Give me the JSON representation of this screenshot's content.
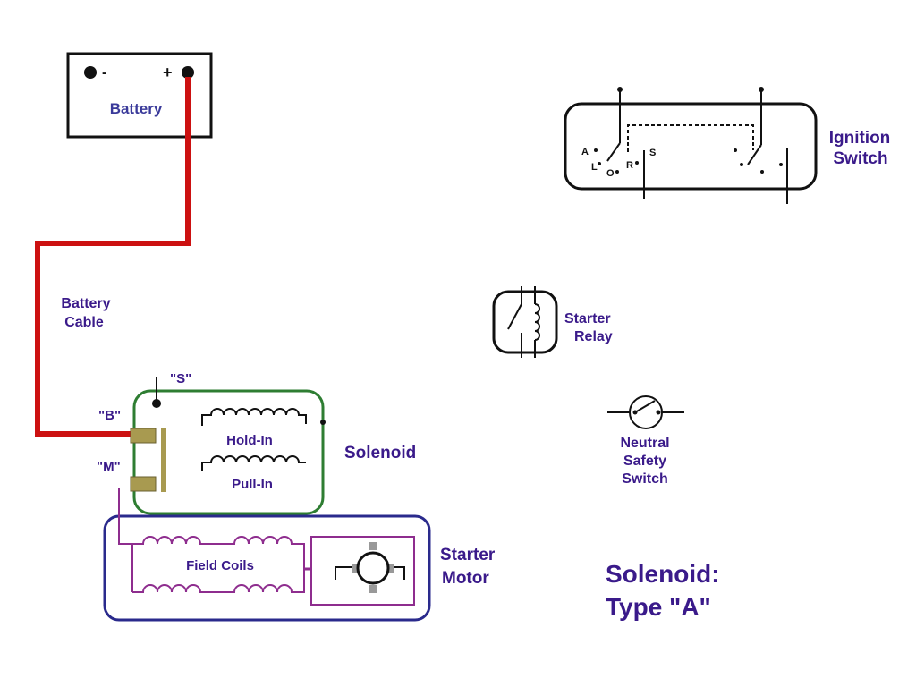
{
  "battery": {
    "label": "Battery",
    "neg": "-",
    "pos": "+"
  },
  "battery_cable": {
    "line1": "Battery",
    "line2": "Cable"
  },
  "solenoid": {
    "label": "Solenoid",
    "term_s": "\"S\"",
    "term_b": "\"B\"",
    "term_m": "\"M\"",
    "hold_in": "Hold-In",
    "pull_in": "Pull-In"
  },
  "starter_motor": {
    "line1": "Starter",
    "line2": "Motor",
    "field_coils": "Field Coils"
  },
  "ignition_switch": {
    "line1": "Ignition",
    "line2": "Switch",
    "pos_a": "A",
    "pos_l": "L",
    "pos_o": "O",
    "pos_r": "R",
    "pos_s": "S"
  },
  "starter_relay": {
    "line1": "Starter",
    "line2": "Relay"
  },
  "neutral_safety_switch": {
    "line1": "Neutral",
    "line2": "Safety",
    "line3": "Switch"
  },
  "title": {
    "line1": "Solenoid:",
    "line2": "Type \"A\""
  },
  "colors": {
    "cable": "#cc1111",
    "solenoid_border": "#2e7d32",
    "motor_border": "#2a2a8c",
    "field_wire": "#8e2d8e",
    "label_text": "#3a1a8a",
    "terminal": "#a89a50",
    "brush": "#999999"
  }
}
